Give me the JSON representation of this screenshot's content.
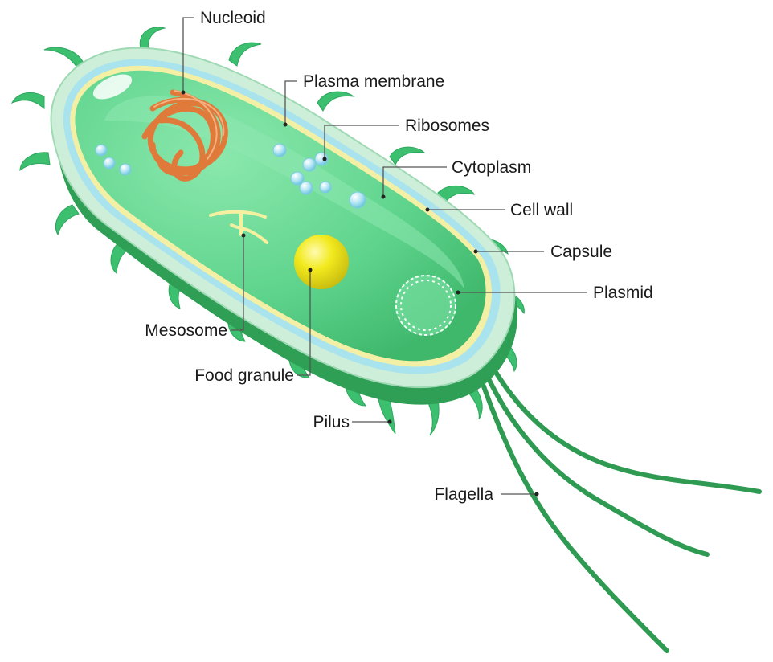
{
  "labels": {
    "nucleoid": "Nucleoid",
    "plasma_membrane": "Plasma membrane",
    "ribosomes": "Ribosomes",
    "cytoplasm": "Cytoplasm",
    "cell_wall": "Cell wall",
    "capsule": "Capsule",
    "plasmid": "Plasmid",
    "mesosome": "Mesosome",
    "food_granule": "Food granule",
    "pilus": "Pilus",
    "flagella": "Flagella"
  },
  "colors": {
    "capsule": "#cdeed8",
    "cell_wall": "#a8e3ee",
    "membrane": "#f3f0a6",
    "cytoplasm": "#5fd48d",
    "cell_dark": "#2e9f55",
    "pili": "#3cc06f",
    "flagella": "#2f9a52",
    "nucleoid": "#e07a3a",
    "ribosome": "#aee3f2",
    "food_granule": "#f2ea1e",
    "mesosome": "#f5f0a0"
  }
}
